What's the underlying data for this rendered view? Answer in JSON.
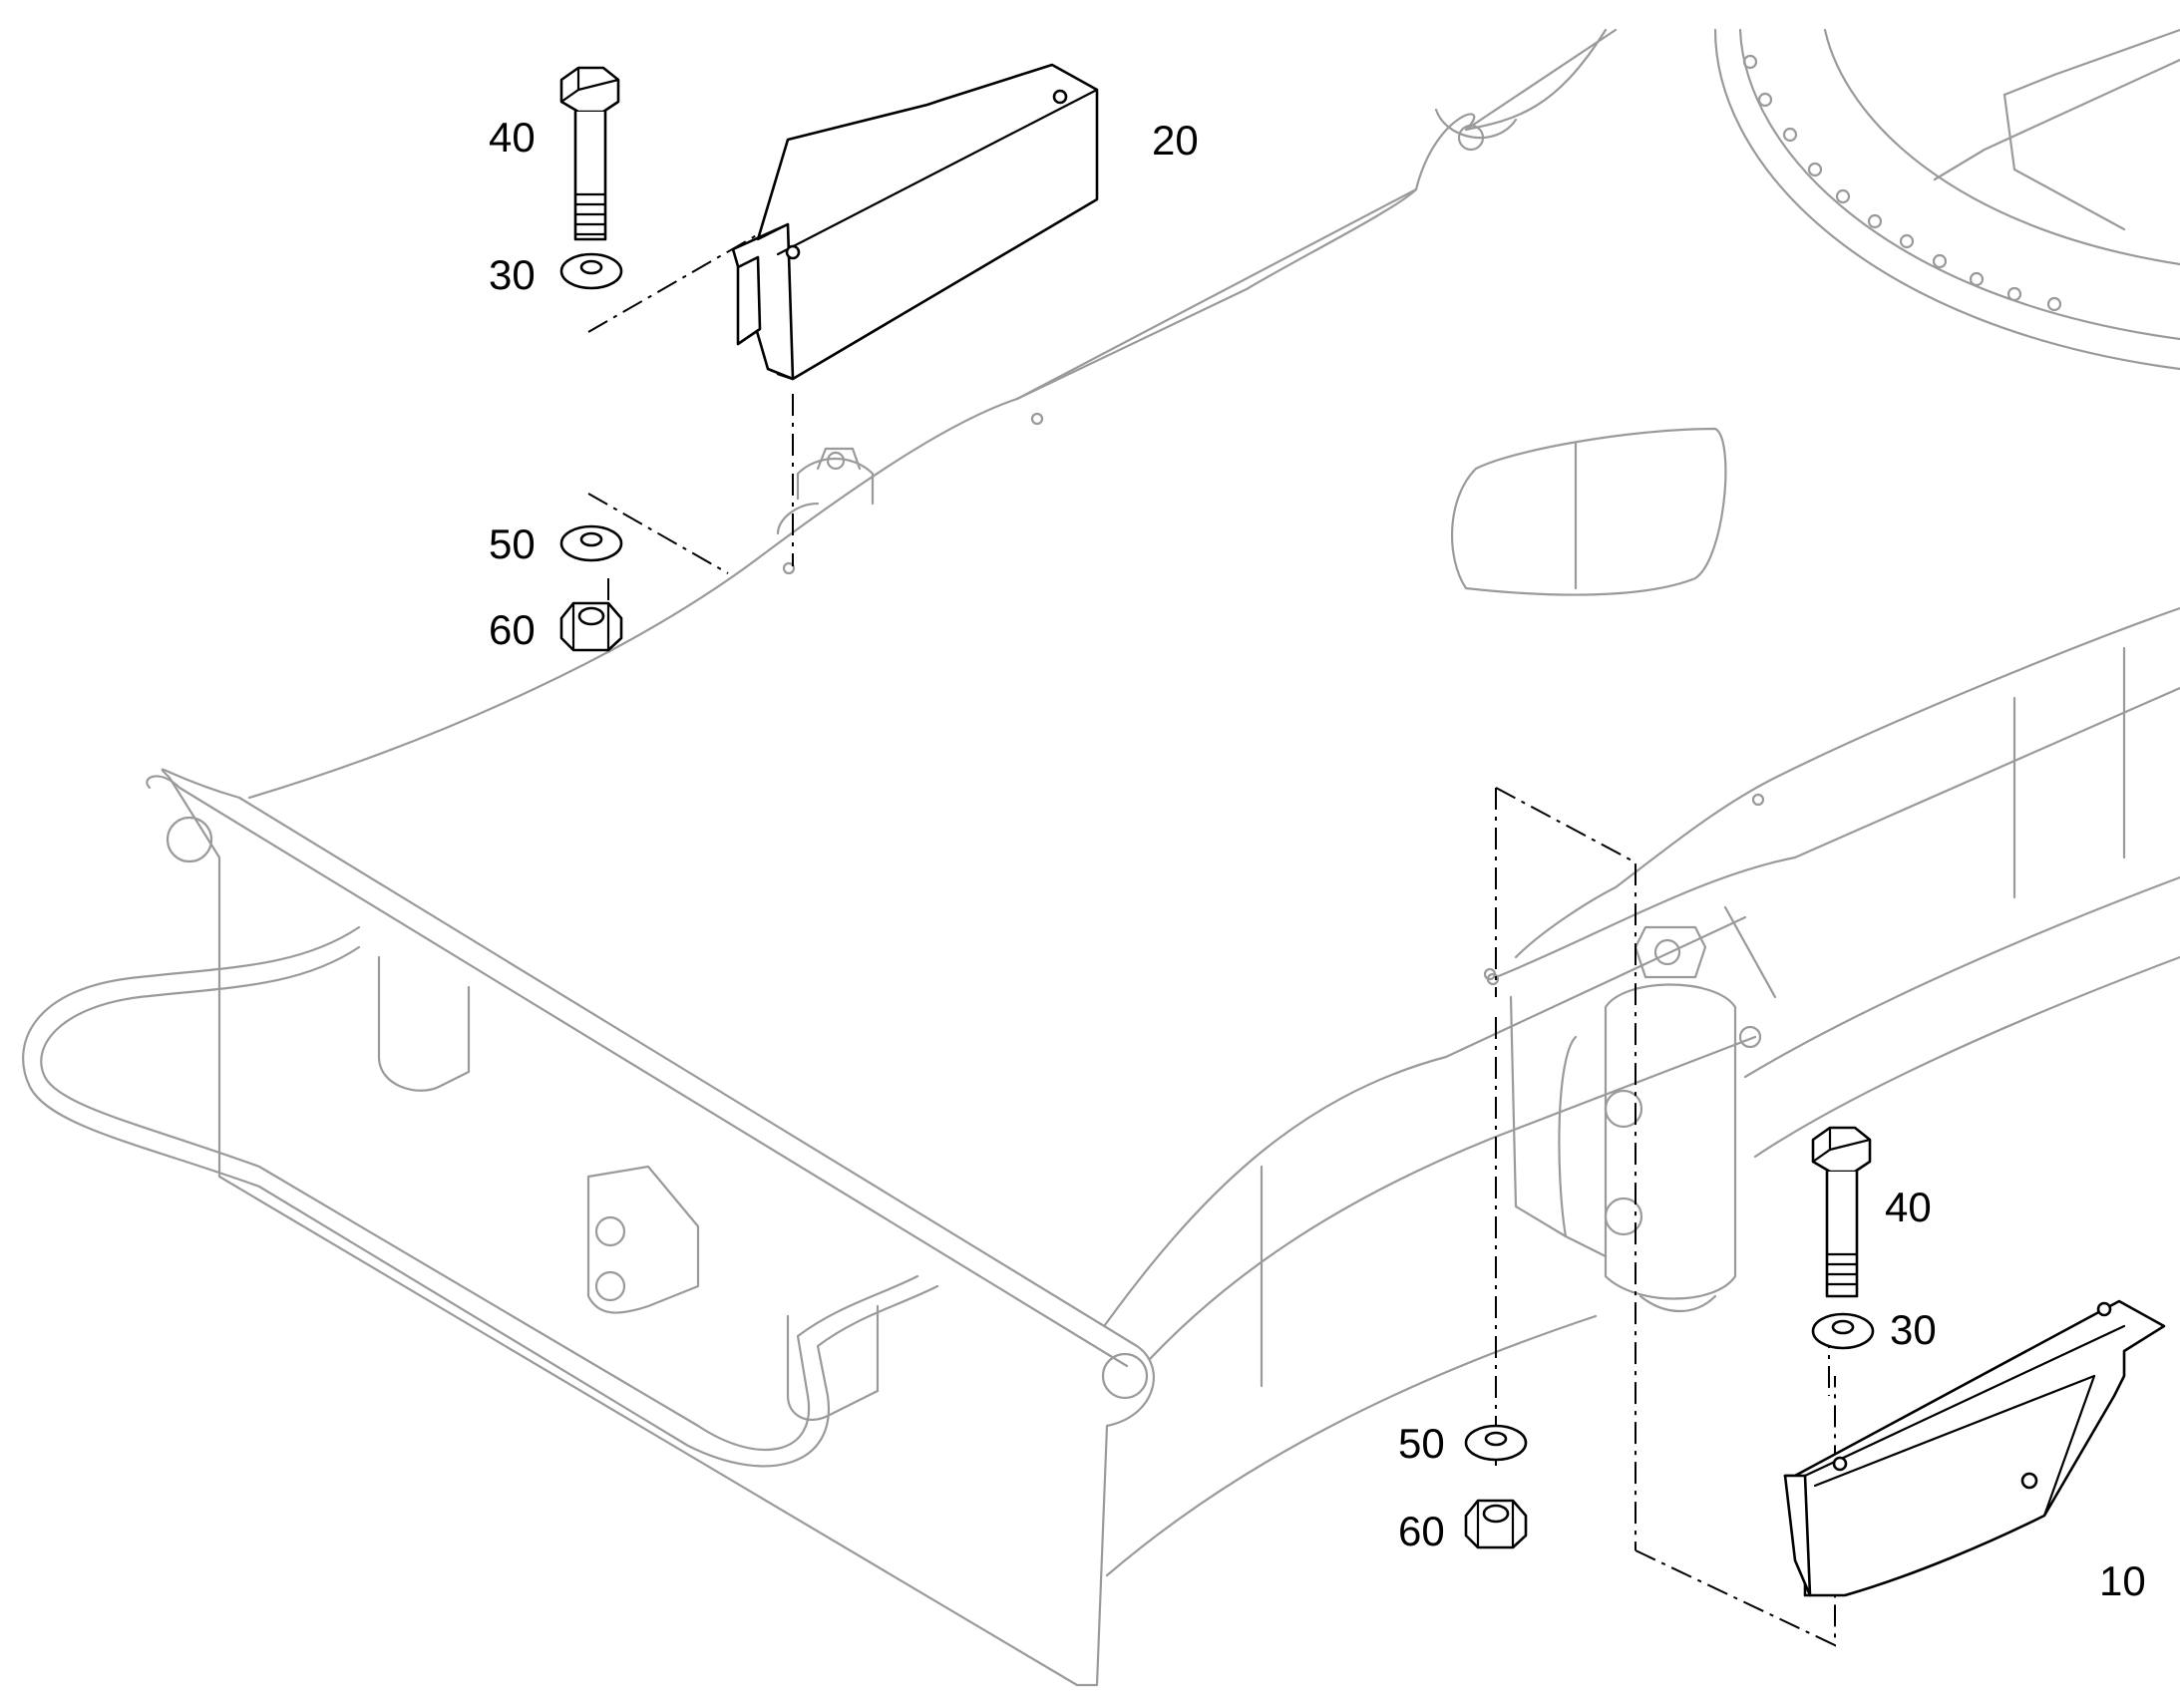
{
  "diagram": {
    "callouts": [
      {
        "id": "c20",
        "text": "20"
      },
      {
        "id": "c40a",
        "text": "40"
      },
      {
        "id": "c30a",
        "text": "30"
      },
      {
        "id": "c50a",
        "text": "50"
      },
      {
        "id": "c60a",
        "text": "60"
      },
      {
        "id": "c40b",
        "text": "40"
      },
      {
        "id": "c30b",
        "text": "30"
      },
      {
        "id": "c50b",
        "text": "50"
      },
      {
        "id": "c60b",
        "text": "60"
      },
      {
        "id": "c10",
        "text": "10"
      }
    ],
    "colors": {
      "part": "#000000",
      "context": "#9a9a9a",
      "background": "#ffffff"
    }
  }
}
